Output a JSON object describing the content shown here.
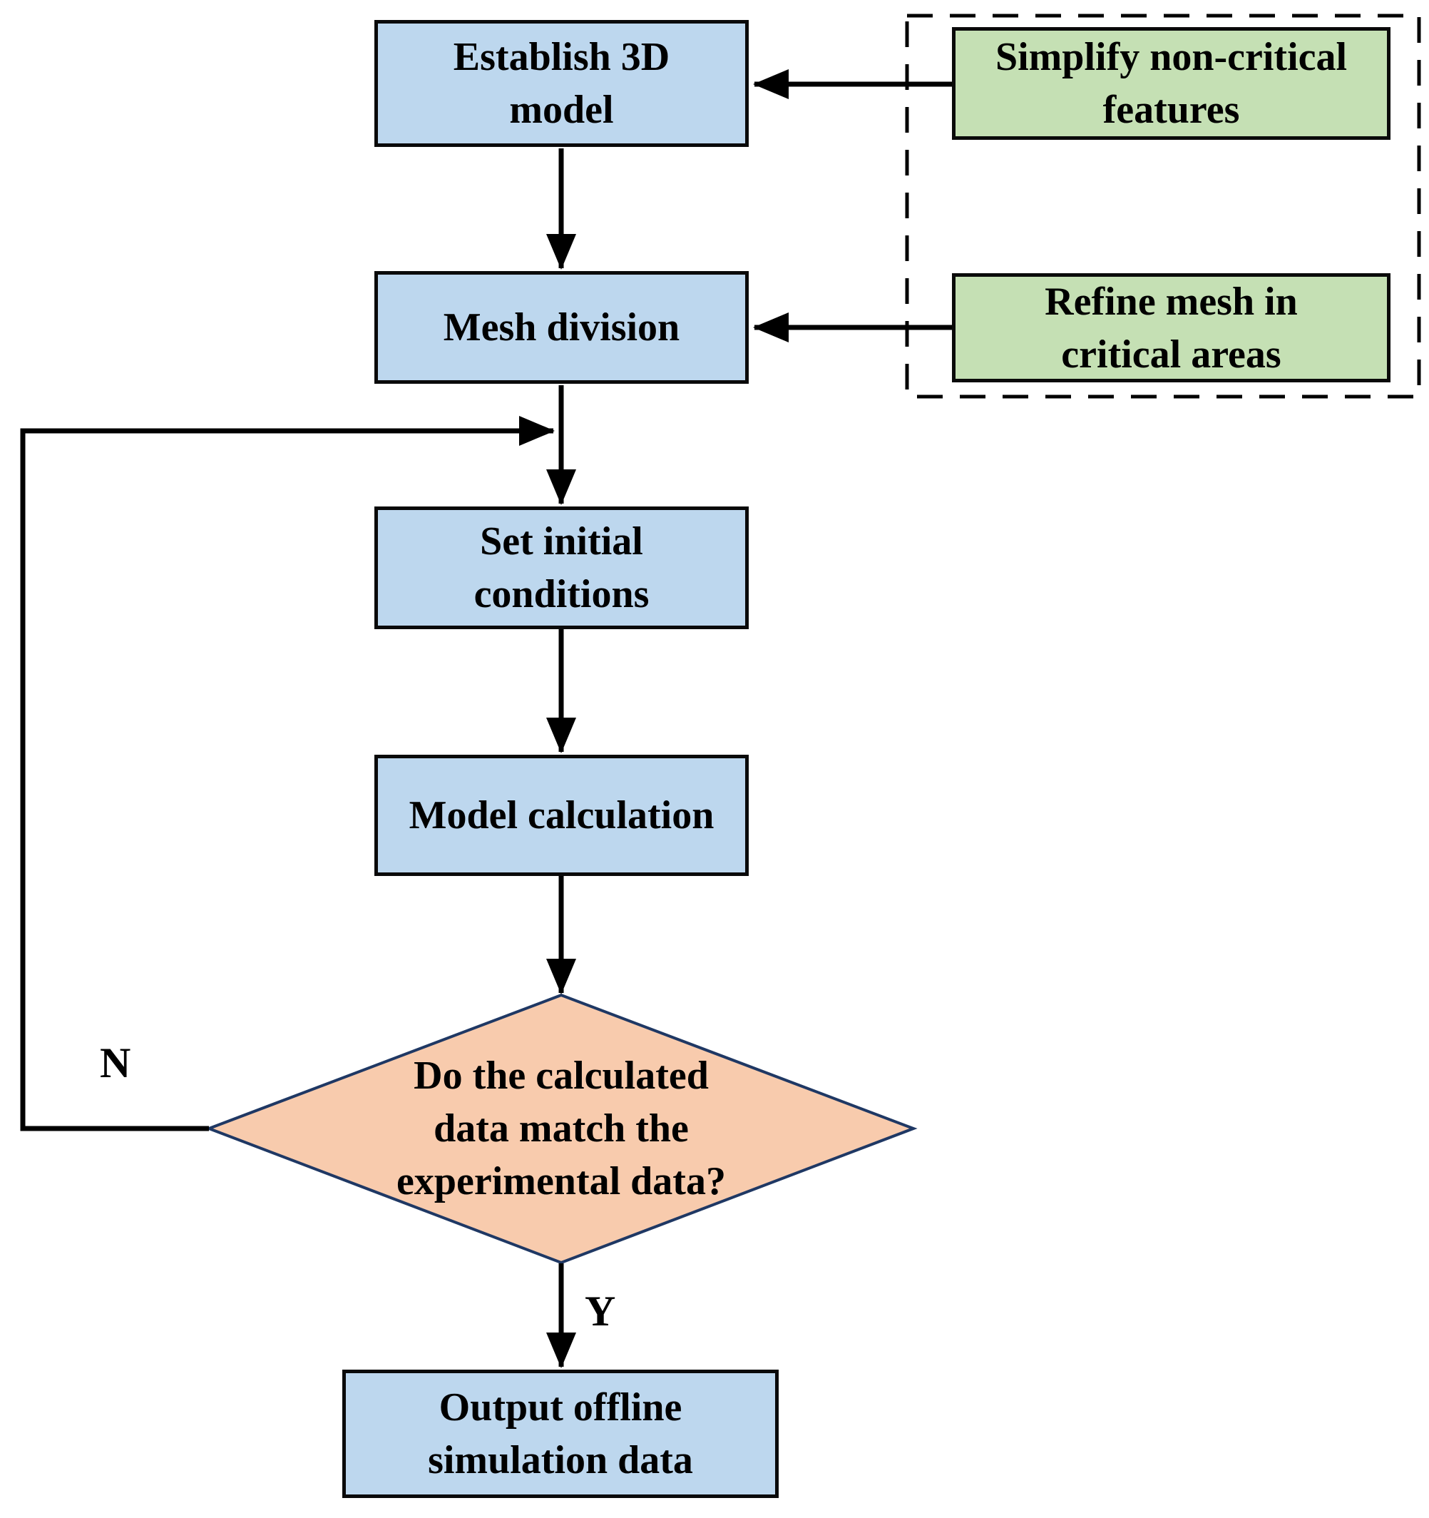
{
  "colors": {
    "process_fill": "#BDD7EE",
    "highlight_fill": "#C5E0B4",
    "decision_fill": "#F8CBAD",
    "process_border": "#0a0a0a",
    "decision_border": "#1F3864",
    "dashed_border": "#000000",
    "arrow": "#000000",
    "text": "#000000",
    "background": "#FFFFFF"
  },
  "nodes": {
    "establish": {
      "type": "process",
      "lines": [
        "Establish 3D",
        "model"
      ]
    },
    "simplify": {
      "type": "highlight",
      "lines": [
        "Simplify non-critical",
        "features"
      ]
    },
    "mesh": {
      "type": "process",
      "lines": [
        "Mesh division"
      ]
    },
    "refine": {
      "type": "highlight",
      "lines": [
        "Refine mesh in",
        "critical areas"
      ]
    },
    "set_initial": {
      "type": "process",
      "lines": [
        "Set initial",
        "conditions"
      ]
    },
    "model_calc": {
      "type": "process",
      "lines": [
        "Model calculation"
      ]
    },
    "decision": {
      "type": "decision",
      "lines": [
        "Do the calculated",
        "data match the",
        "experimental data?"
      ]
    },
    "output": {
      "type": "process",
      "lines": [
        "Output offline",
        "simulation data"
      ]
    }
  },
  "edge_labels": {
    "no": "N",
    "yes": "Y"
  }
}
